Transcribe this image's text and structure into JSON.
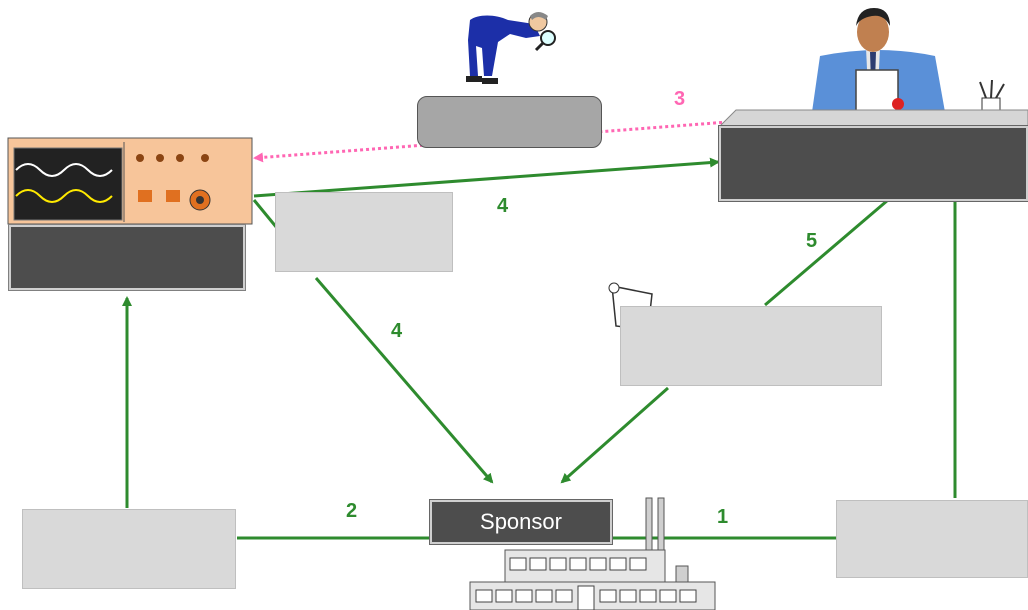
{
  "diagram": {
    "sponsor_label": "Sponsor",
    "step_labels": {
      "sponsor_to_right": "1",
      "sponsor_to_left": "2",
      "inspector_to_device": "3",
      "device_to_desk": "4",
      "device_to_sponsor": "4",
      "desk_to_certificate": "5"
    },
    "colors": {
      "flow_arrow": "#2e8b2e",
      "inspection_arrow": "#ff66b3",
      "label_box": "#d9d9d9",
      "dark_box": "#4d4d4d"
    },
    "icons": [
      "inspector-icon",
      "businessman-at-desk-icon",
      "test-instrument-icon",
      "certificate-scroll-icon",
      "factory-icon"
    ]
  }
}
